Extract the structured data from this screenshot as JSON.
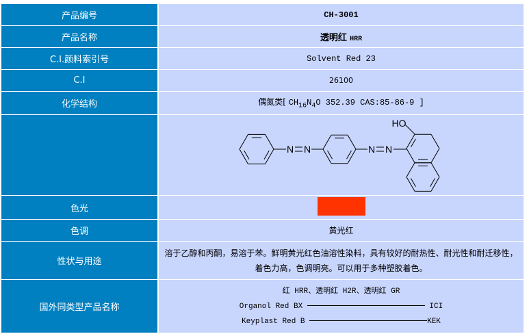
{
  "rows": {
    "code": {
      "label": "产品编号",
      "value": "CH-3001"
    },
    "name": {
      "label": "产品名称",
      "value_cn": "透明红",
      "value_en": "HRR"
    },
    "ci_name": {
      "label": "C.I.颜料索引号",
      "value": "Solvent Red 23"
    },
    "ci": {
      "label": "C.I",
      "value": "26100"
    },
    "structure_text": {
      "label": "化学结构",
      "class": "偶氮类[ ",
      "formula_c": "CH",
      "sub1": "16",
      "formula_n": "N",
      "sub2": "4",
      "rest": "O 352.39 CAS:85-86-9 ]"
    },
    "structure": {
      "label": "",
      "atoms": [
        "N",
        "N",
        "N",
        "N",
        "HO"
      ]
    },
    "shade": {
      "label": "色光",
      "color": "#FF3300"
    },
    "hue": {
      "label": "色调",
      "value": "黄光红"
    },
    "properties": {
      "label": "性状与用途",
      "line1": "溶于乙醇和丙酮，易溶于苯。鲜明黄光红色油溶性染料，具有较好的耐热性、耐光性和耐迁移性，",
      "line2": "着色力高，色调明亮。可以用于多种塑胶着色。"
    },
    "equivalents": {
      "label": "国外同类型产品名称",
      "line1": "红 HRR、透明红 H2R、透明红 GR",
      "items": [
        {
          "name": "Organol Red BX",
          "maker": "ICI"
        },
        {
          "name": "Keyplast Red B",
          "maker": "KEK"
        }
      ]
    }
  },
  "colors": {
    "label_bg": "#0080C0",
    "value_bg": "#C8D5FD"
  }
}
